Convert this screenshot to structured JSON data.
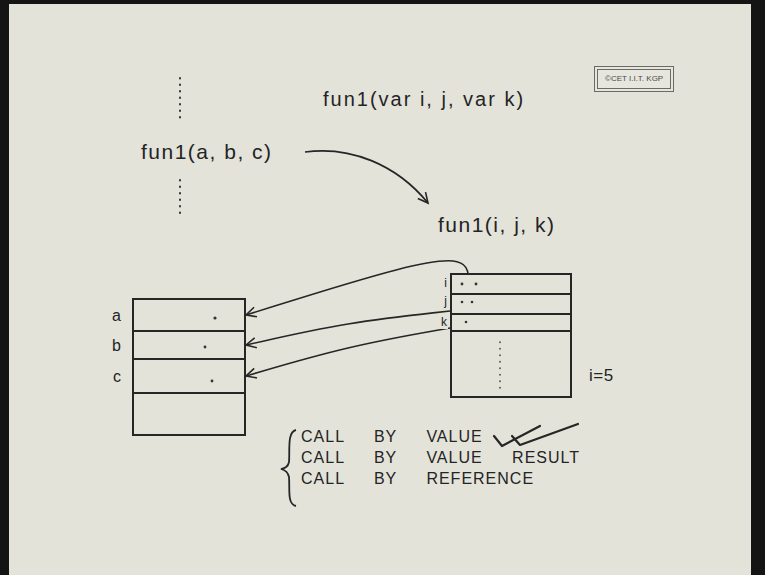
{
  "diagram": {
    "nodes": [
      {
        "text": [
          "©CET I.I.T. KGP"
        ]
      },
      {
        "text": [
          "a"
        ]
      },
      {
        "text": [
          "b"
        ]
      },
      {
        "text": [
          "c"
        ]
      },
      {
        "text": [
          "i"
        ]
      },
      {
        "text": [
          "j"
        ]
      },
      {
        "text": [
          "k"
        ]
      }
    ],
    "edges": [
      {
        "from": 4,
        "to": 1,
        "arrow": "to"
      },
      {
        "from": 5,
        "to": 2,
        "arrow": "to"
      },
      {
        "from": 6,
        "to": 3,
        "arrow": "to"
      }
    ],
    "labels": [
      "fun1(var i, j, var k)",
      "fun1(a, b, c)",
      "fun1(i, j, k)",
      "i=5",
      "CALL BY VALUE",
      "CALL BY VALUE RESULT",
      "CALL BY REFERENCE"
    ]
  }
}
